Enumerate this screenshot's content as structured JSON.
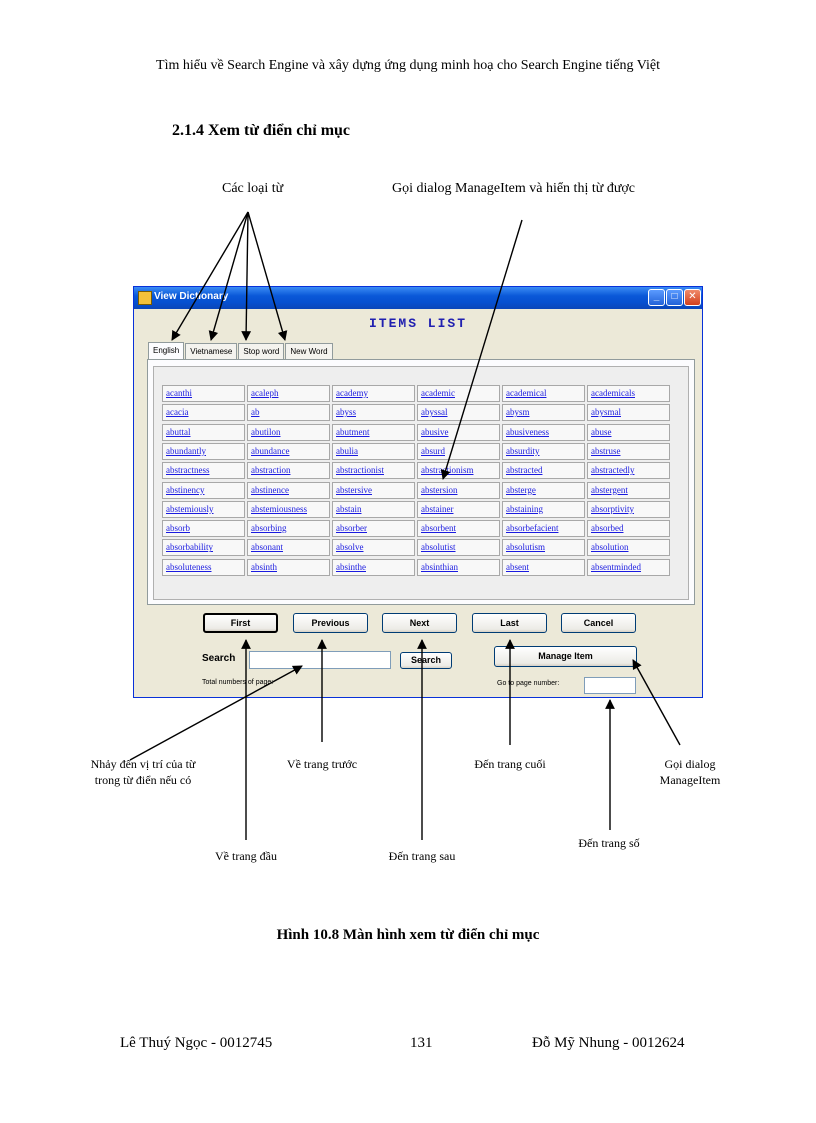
{
  "header": "Tìm hiểu về Search Engine và xây dựng ứng dụng minh hoạ cho Search Engine tiếng Việt",
  "section_title": "2.1.4 Xem từ điển chỉ mục",
  "annotations": {
    "word_types": "Các loại từ",
    "call_dialog_top": "Gọi dialog ManageItem và hiển thị từ được",
    "jump_position_line1": "Nhảy đến vị trí của từ",
    "jump_position_line2": "trong từ điển nếu có",
    "prev_page": "Về trang trước",
    "last_page": "Đến trang cuối",
    "call_dialog_line1": "Gọi dialog",
    "call_dialog_line2": "ManageItem",
    "page_number": "Đến trang số",
    "first_page": "Về trang đầu",
    "next_page": "Đến trang sau"
  },
  "window": {
    "title": "View Dictionary",
    "items_title": "ITEMS LIST",
    "tabs": [
      "English",
      "Vietnamese",
      "Stop word",
      "New Word"
    ],
    "words": [
      [
        "acanthi",
        "acaleph",
        "academy",
        "academic",
        "academical",
        "academicals"
      ],
      [
        "acacia",
        "ab",
        "abyss",
        "abyssal",
        "abysm",
        "abysmal"
      ],
      [
        "abuttal",
        "abutilon",
        "abutment",
        "abusive",
        "abusiveness",
        "abuse"
      ],
      [
        "abundantly",
        "abundance",
        "abulia",
        "absurd",
        "absurdity",
        "abstruse"
      ],
      [
        "abstractness",
        "abstraction",
        "abstractionist",
        "abstractionism",
        "abstracted",
        "abstractedly"
      ],
      [
        "abstinency",
        "abstinence",
        "abstersive",
        "abstersion",
        "absterge",
        "abstergent"
      ],
      [
        "abstemiously",
        "abstemiousness",
        "abstain",
        "abstainer",
        "abstaining",
        "absorptivity"
      ],
      [
        "absorb",
        "absorbing",
        "absorber",
        "absorbent",
        "absorbefacient",
        "absorbed"
      ],
      [
        "absorbability",
        "absonant",
        "absolve",
        "absolutist",
        "absolutism",
        "absolution"
      ],
      [
        "absoluteness",
        "absinth",
        "absinthe",
        "absinthian",
        "absent",
        "absentminded"
      ]
    ],
    "buttons": {
      "first": "First",
      "previous": "Previous",
      "next": "Next",
      "last": "Last",
      "cancel": "Cancel",
      "search": "Search",
      "manage_item": "Manage Item"
    },
    "search_label": "Search",
    "total_numbers_label": "Total numbers of page:",
    "goto_label": "Go to page number:"
  },
  "caption": "Hình 10.8 Màn hình xem từ điển chỉ mục",
  "footer": {
    "left": "Lê Thuý Ngọc - 0012745",
    "center": "131",
    "right": "Đỗ Mỹ Nhung - 0012624"
  }
}
